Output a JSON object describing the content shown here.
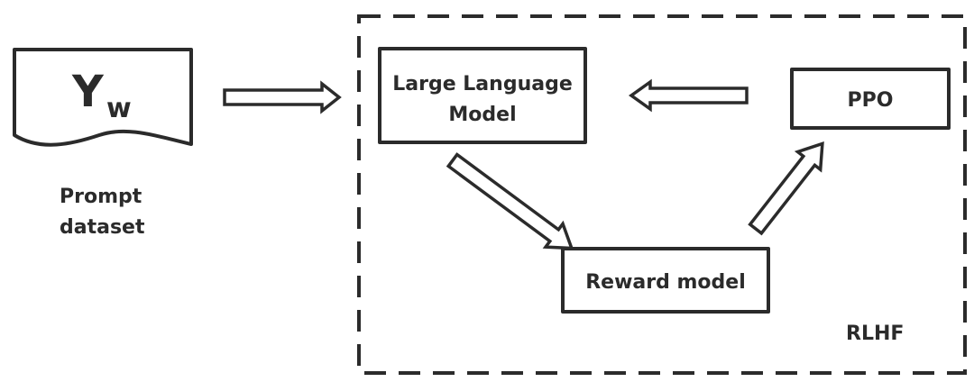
{
  "document": {
    "symbol_main": "Y",
    "symbol_sub": "w",
    "caption_line1": "Prompt",
    "caption_line2": "dataset"
  },
  "rlhf": {
    "label": "RLHF",
    "llm_line1": "Large Language",
    "llm_line2": "Model",
    "ppo": "PPO",
    "reward_model": "Reward model"
  },
  "colors": {
    "ink": "#2b2b2b",
    "background": "#ffffff"
  }
}
